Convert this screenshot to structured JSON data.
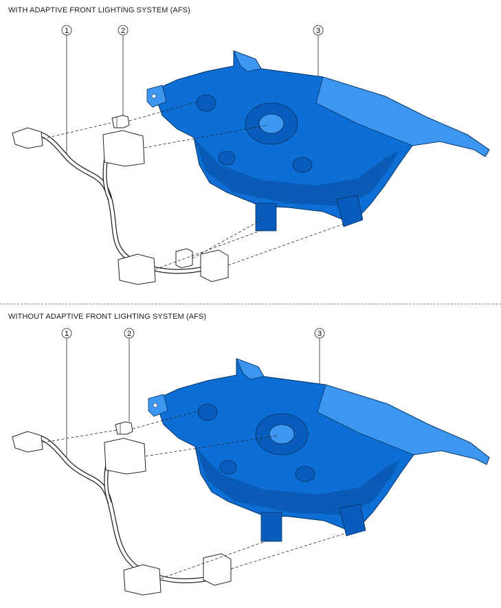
{
  "sections": [
    {
      "heading": "WITH ADAPTIVE FRONT LIGHTING SYSTEM (AFS)",
      "callouts": [
        "1",
        "2",
        "3"
      ]
    },
    {
      "heading": "WITHOUT ADAPTIVE FRONT LIGHTING SYSTEM (AFS)",
      "callouts": [
        "1",
        "2",
        "3"
      ]
    }
  ],
  "colors": {
    "housing_fill": "#0d6fd6",
    "housing_shadow": "#074a9a",
    "housing_highlight": "#3d97f0",
    "line": "#222222"
  }
}
